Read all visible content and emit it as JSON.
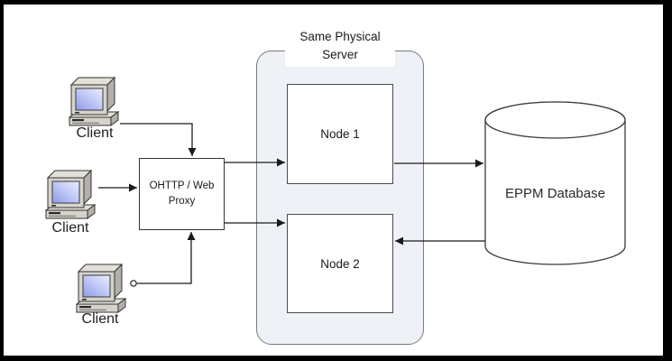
{
  "diagram": {
    "server_group": {
      "label": "Same Physical Server",
      "fill_color": "#eef1f6",
      "border_color": "#7a7a7a"
    },
    "nodes": [
      {
        "label": "Node 1"
      },
      {
        "label": "Node 2"
      }
    ],
    "proxy": {
      "label": "OHTTP / Web Proxy"
    },
    "database": {
      "label": "EPPM Database"
    },
    "clients": [
      {
        "label": "Client"
      },
      {
        "label": "Client"
      },
      {
        "label": "Client"
      }
    ],
    "line_color": "#1a1a1a",
    "frame_color": "#000000"
  }
}
